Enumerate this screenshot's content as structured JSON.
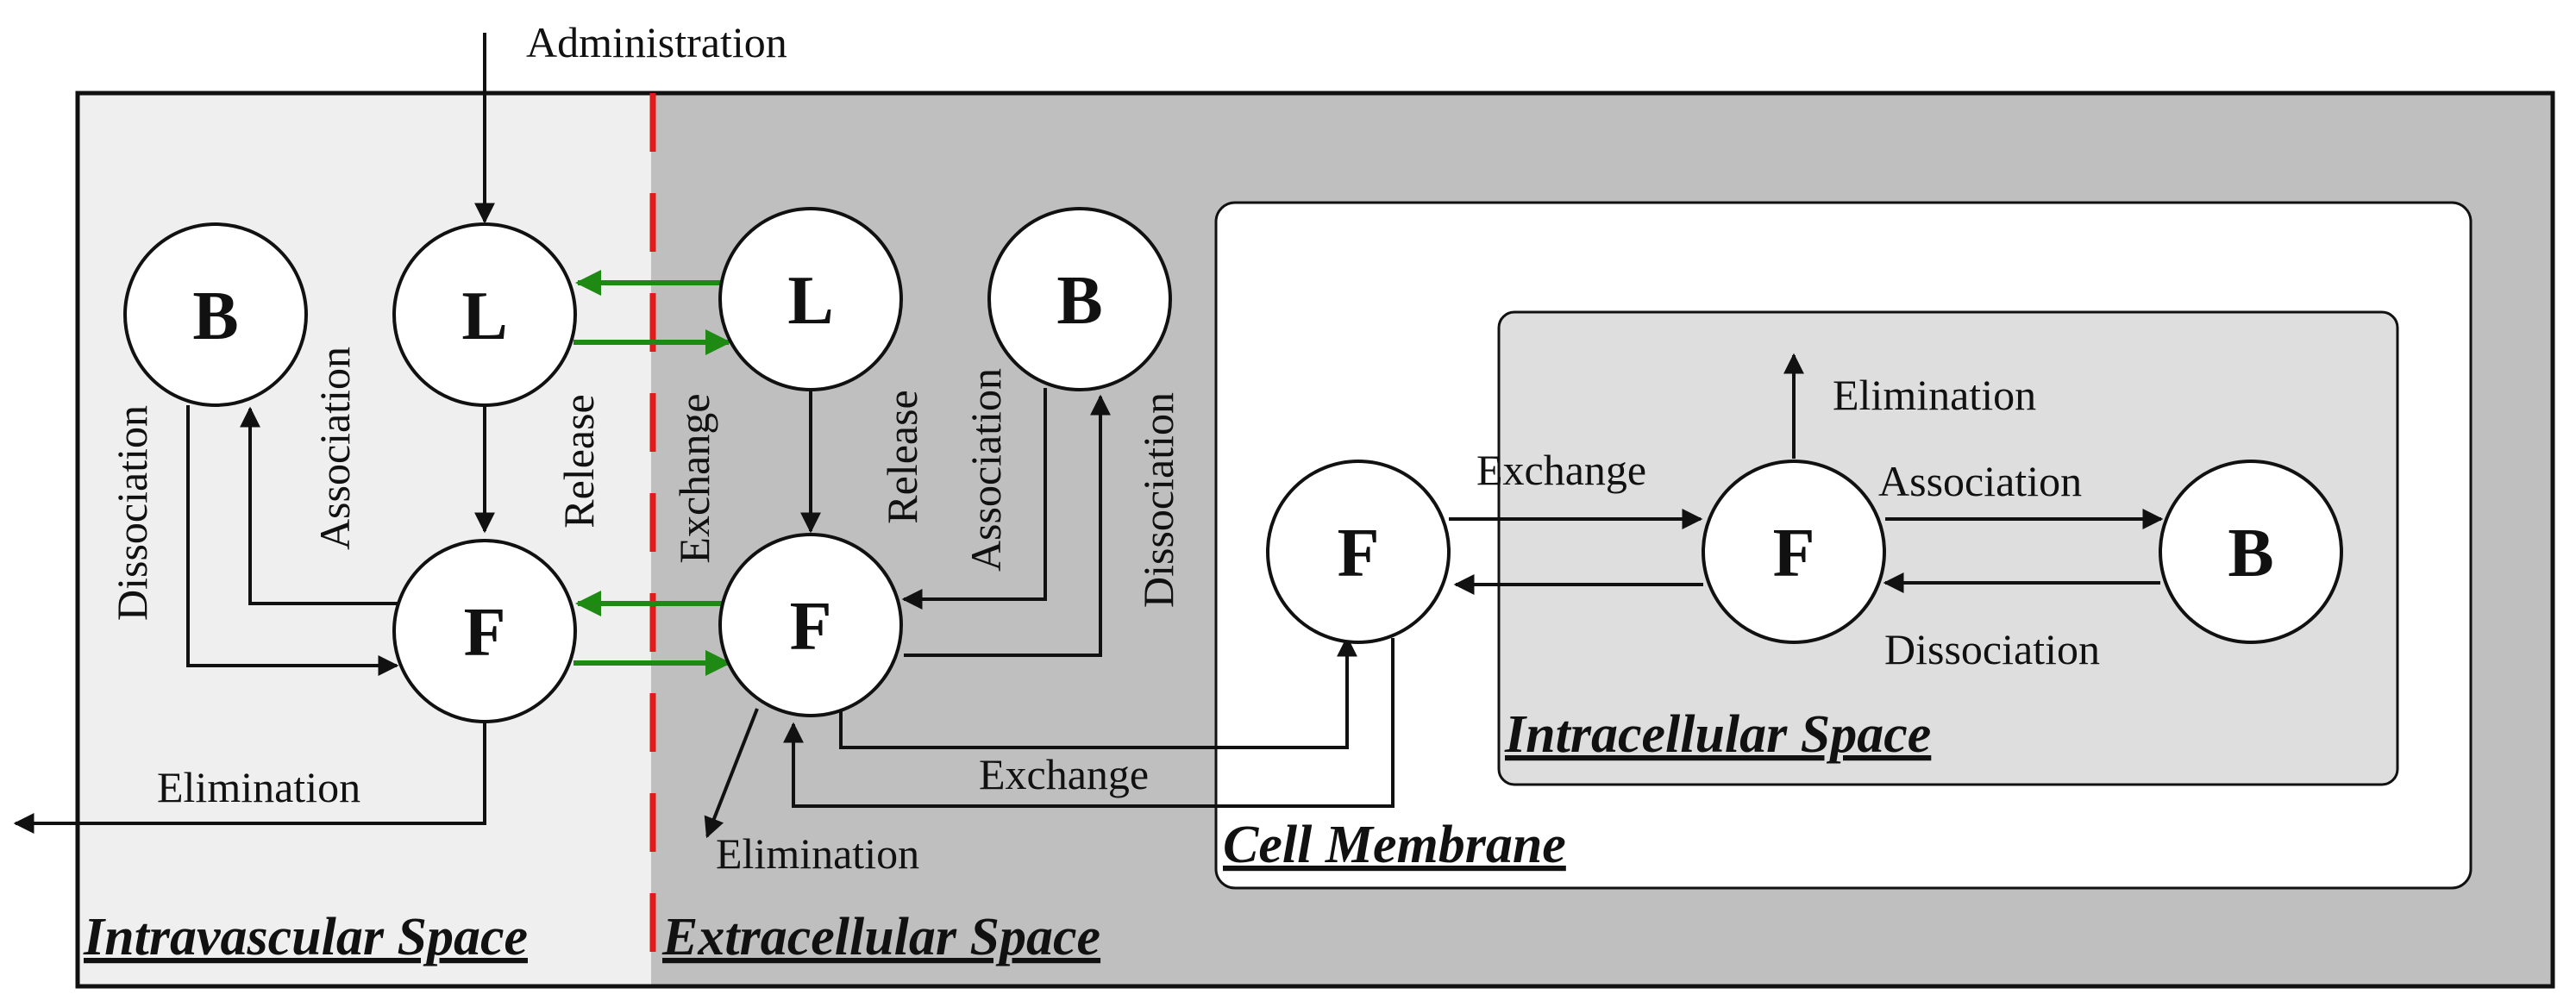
{
  "colors": {
    "intravascular_bg": "#efefef",
    "extracellular_bg": "#bfbfbf",
    "membrane_bg": "#ffffff",
    "intracellular_bg": "#dedede",
    "exchange_arrow": "#1e8a14",
    "boundary_dash": "#e21a1a",
    "outline": "#111111"
  },
  "labels": {
    "administration": "Administration",
    "node_B": "B",
    "node_L": "L",
    "node_F": "F",
    "dissociation": "Dissociation",
    "association": "Association",
    "release": "Release",
    "exchange": "Exchange",
    "elimination": "Elimination"
  },
  "zones": {
    "intravascular": "Intravascular Space",
    "extracellular": "Extracellular Space",
    "cell_membrane": "Cell Membrane",
    "intracellular": "Intracellular Space"
  }
}
